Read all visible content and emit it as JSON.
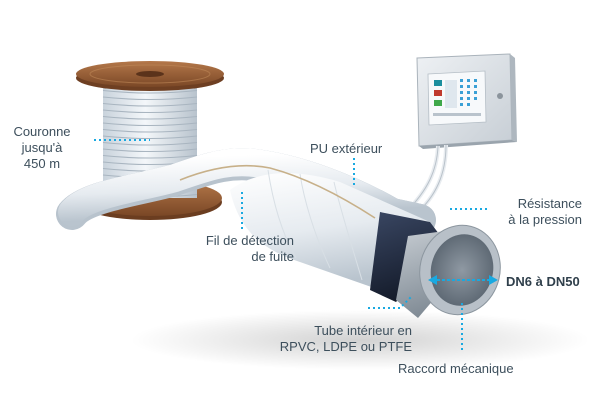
{
  "labels": {
    "crown_line1": "Couronne",
    "crown_line2": "jusqu'à",
    "crown_line3": "450 m",
    "outer_pu": "PU extérieur",
    "pressure_line1": "Résistance",
    "pressure_line2": "à la pression",
    "leak_line1": "Fil de détection",
    "leak_line2": "de fuite",
    "diameter": "DN6 à DN50",
    "inner_line1": "Tube intérieur en",
    "inner_line2": "RPVC, LDPE ou PTFE",
    "fitting": "Raccord mécanique"
  },
  "colors": {
    "leader": "#19a9e1",
    "label_text": "#3d4f5c",
    "pipe_white": "#eef2f6",
    "pipe_navy": "#1f2a3f",
    "pipe_grey": "#9aa3ab",
    "wood": "#9b6238"
  },
  "icons": {
    "arrow": "double-arrow-icon",
    "cable_reel": "cable-reel-icon",
    "control_box": "control-box-icon"
  }
}
